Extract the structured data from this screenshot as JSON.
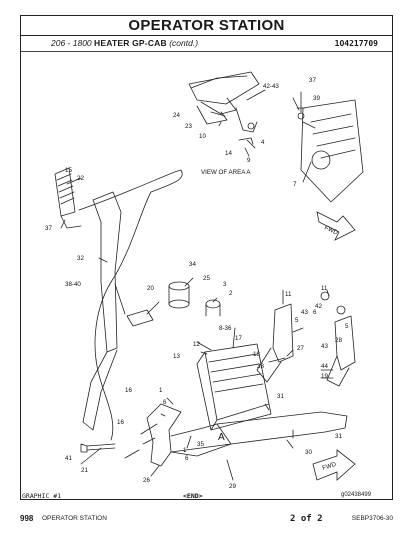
{
  "header": {
    "title": "OPERATOR STATION",
    "section_number": "206 - 1800",
    "section_name": "HEATER GP-CAB",
    "section_suffix": "(contd.)",
    "part_number": "1O4217709"
  },
  "drawing": {
    "view_label": "VIEW OF AREA A",
    "area_marker": "A",
    "fwd_label": "FWD",
    "callouts": [
      "42-43",
      "39",
      "37",
      "24",
      "23",
      "10",
      "4",
      "14",
      "9",
      "7",
      "15",
      "22",
      "37",
      "32",
      "34",
      "25",
      "3",
      "2",
      "38-40",
      "20",
      "11",
      "11",
      "5",
      "42",
      "6",
      "43",
      "28",
      "5",
      "8-36",
      "17",
      "27",
      "12",
      "43",
      "13",
      "18",
      "33",
      "44",
      "19",
      "16",
      "1",
      "31",
      "6",
      "16",
      "35",
      "41",
      "1",
      "6",
      "31",
      "30",
      "21",
      "26",
      "29"
    ]
  },
  "graphic_label": "GRAPHIC #1",
  "end_label": "<END>",
  "graphic_ref": "g02438499",
  "footer": {
    "page_number": "998",
    "page_title": "OPERATOR STATION",
    "page_count": "2 of 2",
    "doc_number": "SEBP3706-30"
  }
}
